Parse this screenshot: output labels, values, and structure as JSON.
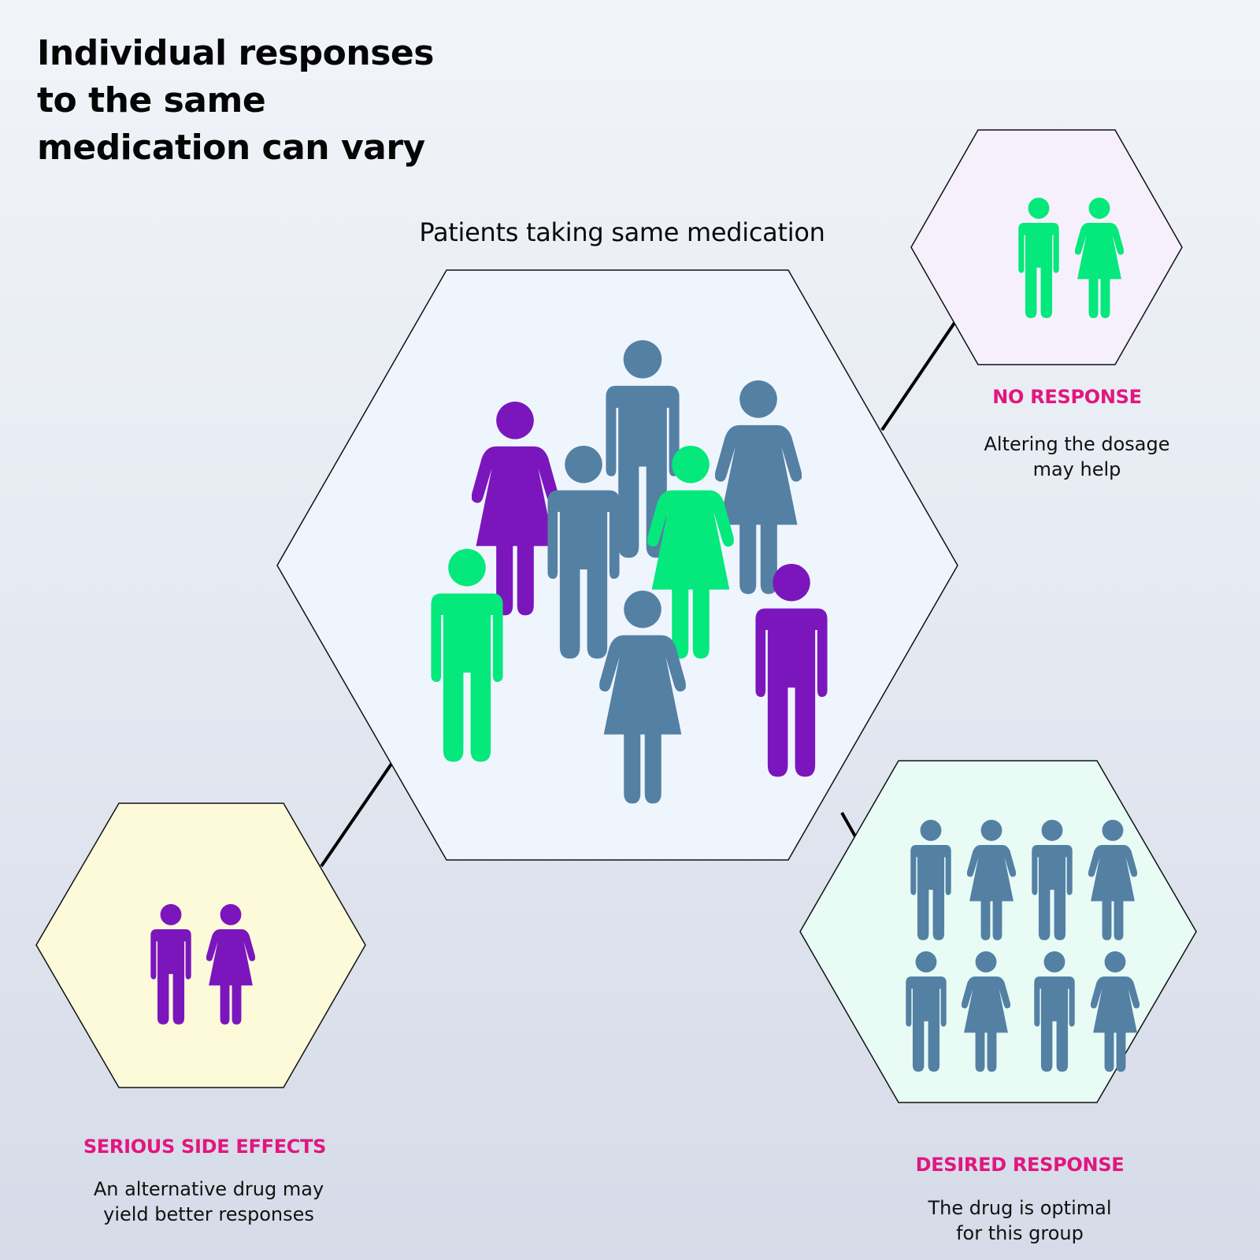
{
  "title": {
    "lines": [
      "Individual responses",
      "to the same",
      "medication can vary"
    ]
  },
  "subtitle": "Patients taking same medication",
  "colors": {
    "label_accent": "#e0177f",
    "figure_blue": "#5480a4",
    "figure_purple": "#7b16bd",
    "figure_green": "#05e87c",
    "center_hex_fill": "#eff5fd",
    "no_response_hex_fill": "#f5f0fb",
    "desired_hex_fill": "#e8fbf5",
    "side_effects_hex_fill": "#fdfad9",
    "outline": "#111111"
  },
  "center_group": {
    "name": "patients-taking-same-medication",
    "figures": [
      {
        "gender": "male",
        "color": "blue",
        "group": "desired-response"
      },
      {
        "gender": "female",
        "color": "blue",
        "group": "desired-response"
      },
      {
        "gender": "female",
        "color": "purple",
        "group": "serious-side-effects"
      },
      {
        "gender": "male",
        "color": "blue",
        "group": "desired-response"
      },
      {
        "gender": "female",
        "color": "green",
        "group": "no-response"
      },
      {
        "gender": "male",
        "color": "green",
        "group": "no-response"
      },
      {
        "gender": "female",
        "color": "blue",
        "group": "desired-response"
      },
      {
        "gender": "male",
        "color": "purple",
        "group": "serious-side-effects"
      }
    ]
  },
  "outcomes": [
    {
      "id": "no-response",
      "label": "NO RESPONSE",
      "description": [
        "Altering the dosage",
        "may help"
      ],
      "figures": [
        {
          "gender": "male",
          "color": "green"
        },
        {
          "gender": "female",
          "color": "green"
        }
      ]
    },
    {
      "id": "desired-response",
      "label": "DESIRED RESPONSE",
      "description": [
        "The drug is optimal",
        "for this group"
      ],
      "figures": [
        {
          "gender": "male",
          "color": "blue"
        },
        {
          "gender": "female",
          "color": "blue"
        },
        {
          "gender": "male",
          "color": "blue"
        },
        {
          "gender": "female",
          "color": "blue"
        },
        {
          "gender": "male",
          "color": "blue"
        },
        {
          "gender": "female",
          "color": "blue"
        },
        {
          "gender": "male",
          "color": "blue"
        },
        {
          "gender": "female",
          "color": "blue"
        }
      ]
    },
    {
      "id": "serious-side-effects",
      "label": "SERIOUS SIDE EFFECTS",
      "description": [
        "An alternative drug may",
        "yield better responses"
      ],
      "figures": [
        {
          "gender": "male",
          "color": "purple"
        },
        {
          "gender": "female",
          "color": "purple"
        }
      ]
    }
  ]
}
